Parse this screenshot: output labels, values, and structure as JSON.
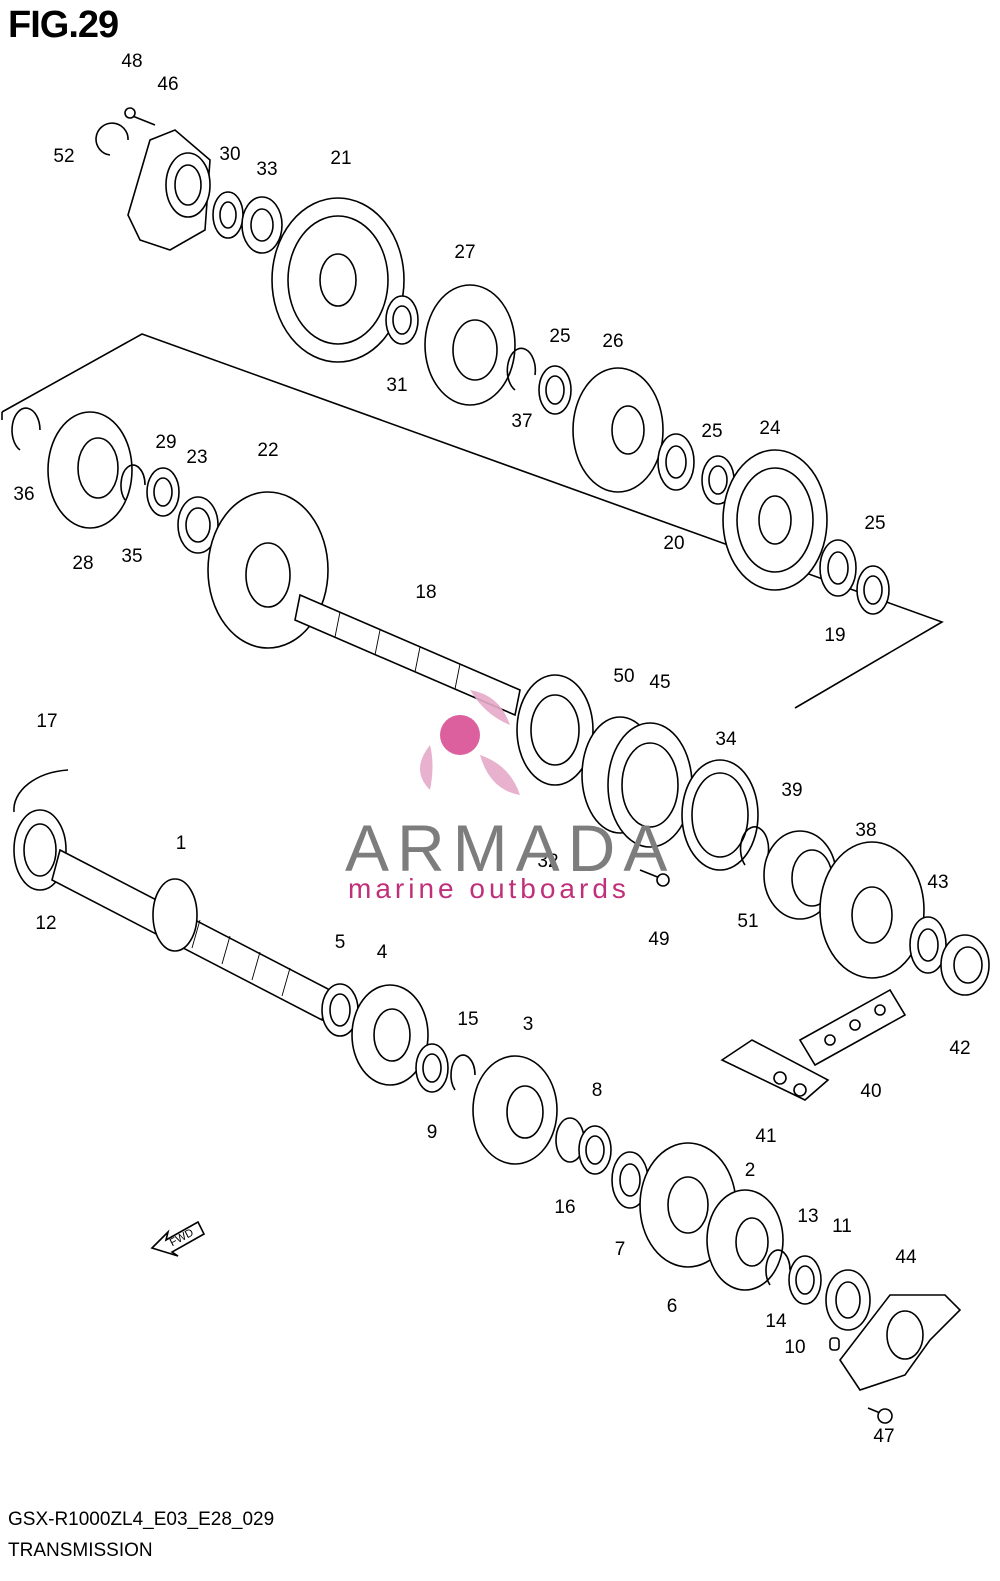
{
  "figure": {
    "label": "FIG.29",
    "model_code": "GSX-R1000ZL4_E03_E28_029",
    "title": "TRANSMISSION",
    "direction_label": "FWD"
  },
  "watermark": {
    "brand": "ARMADA",
    "tagline": "marine outboards",
    "accent_color": "#d94f94",
    "text_color": "#7d7d7d"
  },
  "callouts": [
    {
      "label": "48"
    },
    {
      "label": "46"
    },
    {
      "label": "52"
    },
    {
      "label": "30"
    },
    {
      "label": "33"
    },
    {
      "label": "21"
    },
    {
      "label": "27"
    },
    {
      "label": "31"
    },
    {
      "label": "25"
    },
    {
      "label": "26"
    },
    {
      "label": "37"
    },
    {
      "label": "29"
    },
    {
      "label": "23"
    },
    {
      "label": "22"
    },
    {
      "label": "36"
    },
    {
      "label": "35"
    },
    {
      "label": "28"
    },
    {
      "label": "25"
    },
    {
      "label": "24"
    },
    {
      "label": "20"
    },
    {
      "label": "25"
    },
    {
      "label": "19"
    },
    {
      "label": "18"
    },
    {
      "label": "17"
    },
    {
      "label": "50"
    },
    {
      "label": "45"
    },
    {
      "label": "34"
    },
    {
      "label": "39"
    },
    {
      "label": "38"
    },
    {
      "label": "32"
    },
    {
      "label": "1"
    },
    {
      "label": "12"
    },
    {
      "label": "51"
    },
    {
      "label": "43"
    },
    {
      "label": "49"
    },
    {
      "label": "5"
    },
    {
      "label": "4"
    },
    {
      "label": "42"
    },
    {
      "label": "15"
    },
    {
      "label": "3"
    },
    {
      "label": "40"
    },
    {
      "label": "9"
    },
    {
      "label": "8"
    },
    {
      "label": "41"
    },
    {
      "label": "16"
    },
    {
      "label": "2"
    },
    {
      "label": "7"
    },
    {
      "label": "13"
    },
    {
      "label": "11"
    },
    {
      "label": "44"
    },
    {
      "label": "6"
    },
    {
      "label": "14"
    },
    {
      "label": "10"
    },
    {
      "label": "47"
    }
  ]
}
